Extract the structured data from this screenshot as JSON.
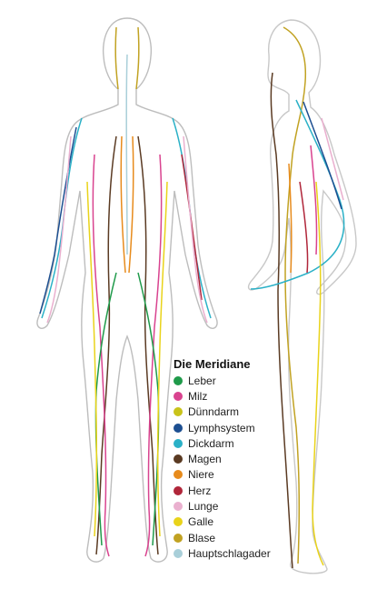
{
  "legend": {
    "title": "Die Meridiane",
    "items": [
      {
        "label": "Leber",
        "color": "#1f9a4a"
      },
      {
        "label": "Milz",
        "color": "#d9438f"
      },
      {
        "label": "Dünndarm",
        "color": "#c9c31a"
      },
      {
        "label": "Lymphsystem",
        "color": "#1d4f91"
      },
      {
        "label": "Dickdarm",
        "color": "#2bb1c7"
      },
      {
        "label": "Magen",
        "color": "#5a3a22"
      },
      {
        "label": "Niere",
        "color": "#e78b1c"
      },
      {
        "label": "Herz",
        "color": "#b0263a"
      },
      {
        "label": "Lunge",
        "color": "#eab0cf"
      },
      {
        "label": "Galle",
        "color": "#e9d31a"
      },
      {
        "label": "Blase",
        "color": "#c1a222"
      },
      {
        "label": "Hauptschlagader",
        "color": "#a9cfd9"
      }
    ]
  }
}
